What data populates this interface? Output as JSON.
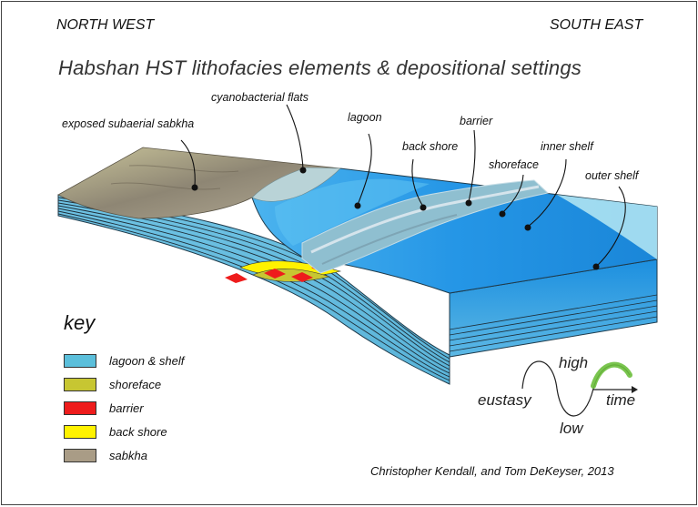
{
  "header": {
    "left_direction": "NORTH WEST",
    "right_direction": "SOUTH EAST",
    "title": "Habshan HST lithofacies elements & depositional settings"
  },
  "callouts": [
    {
      "id": "sabkha",
      "label": "exposed subaerial sabkha"
    },
    {
      "id": "cyano",
      "label": "cyanobacterial flats"
    },
    {
      "id": "lagoon",
      "label": "lagoon"
    },
    {
      "id": "backshore",
      "label": "back shore"
    },
    {
      "id": "barrier",
      "label": "barrier"
    },
    {
      "id": "shoreface",
      "label": "shoreface"
    },
    {
      "id": "inner",
      "label": "inner shelf"
    },
    {
      "id": "outer",
      "label": "outer shelf"
    }
  ],
  "key": {
    "title": "key",
    "items": [
      {
        "label": "lagoon & shelf",
        "color": "#5bbfdb"
      },
      {
        "label": "shoreface",
        "color": "#c7c632"
      },
      {
        "label": "barrier",
        "color": "#ee1c1c"
      },
      {
        "label": "back shore",
        "color": "#fff200"
      },
      {
        "label": "sabkha",
        "color": "#a99c86"
      }
    ]
  },
  "eustasy": {
    "label": "eustasy",
    "high": "high",
    "low": "low",
    "axis": "time",
    "highlight_color": "#6cbf3c"
  },
  "credit": "Christopher Kendall, and Tom DeKeyser, 2013"
}
